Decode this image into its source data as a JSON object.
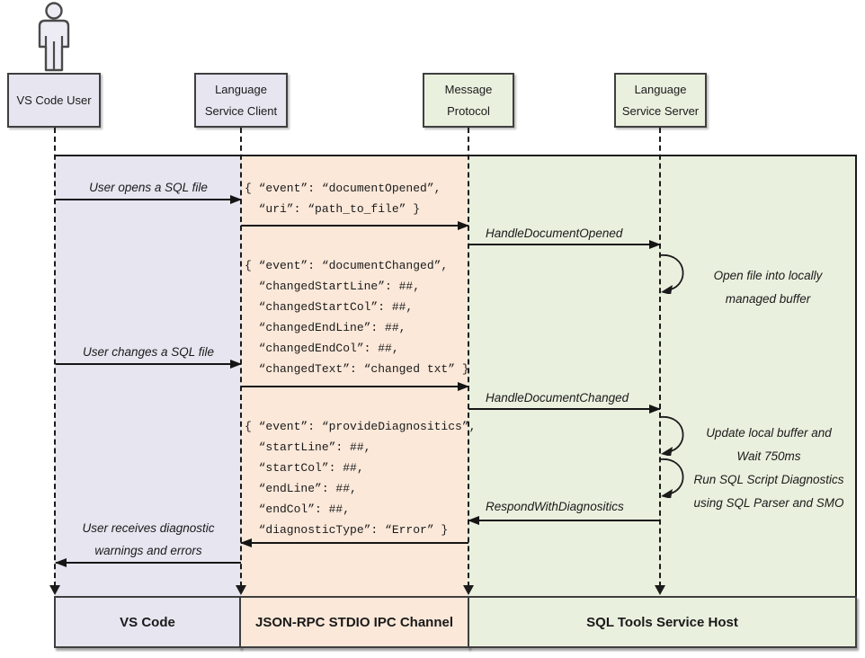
{
  "actors": {
    "user": {
      "label": "VS Code User"
    },
    "client": {
      "line1": "Language",
      "line2": "Service Client"
    },
    "protocol": {
      "line1": "Message",
      "line2": "Protocol"
    },
    "server": {
      "line1": "Language",
      "line2": "Service Server"
    }
  },
  "labels": {
    "user_opens": "User opens a SQL file",
    "handle_document_opened": "HandleDocumentOpened",
    "open_file_note": "Open file into locally\nmanaged buffer",
    "user_changes": "User changes a SQL file",
    "handle_document_changed": "HandleDocumentChanged",
    "update_buffer_note": "Update local buffer and\nWait 750ms",
    "run_diagnostics_note": "Run SQL Script Diagnostics\nusing SQL Parser and SMO",
    "respond_with_diagnostics": "RespondWithDiagnositics",
    "user_receives": "User receives diagnostic\nwarnings and errors"
  },
  "payloads": {
    "document_opened": "{ “event”: “documentOpened”,\n  “uri”: “path_to_file” }",
    "document_changed": "{ “event”: “documentChanged”,\n  “changedStartLine”: ##,\n  “changedStartCol”: ##,\n  “changedEndLine”: ##,\n  “changedEndCol”: ##,\n  “changedText”: “changed txt” }",
    "provide_diagnostics": "{ “event”: “provideDiagnositics”,\n  “startLine”: ##,\n  “startCol”: ##,\n  “endLine”: ##,\n  “endCol”: ##,\n  “diagnosticType”: “Error” }"
  },
  "footers": {
    "vscode": "VS Code",
    "ipc": "JSON-RPC STDIO IPC Channel",
    "host": "SQL Tools Service Host"
  },
  "colors": {
    "lavender": "#e7e5f0",
    "peach": "#fbe8d9",
    "green": "#eaf0de",
    "border": "#3f3f3f",
    "line": "#1b1b1b"
  },
  "icons": {
    "actor": "person-icon"
  }
}
